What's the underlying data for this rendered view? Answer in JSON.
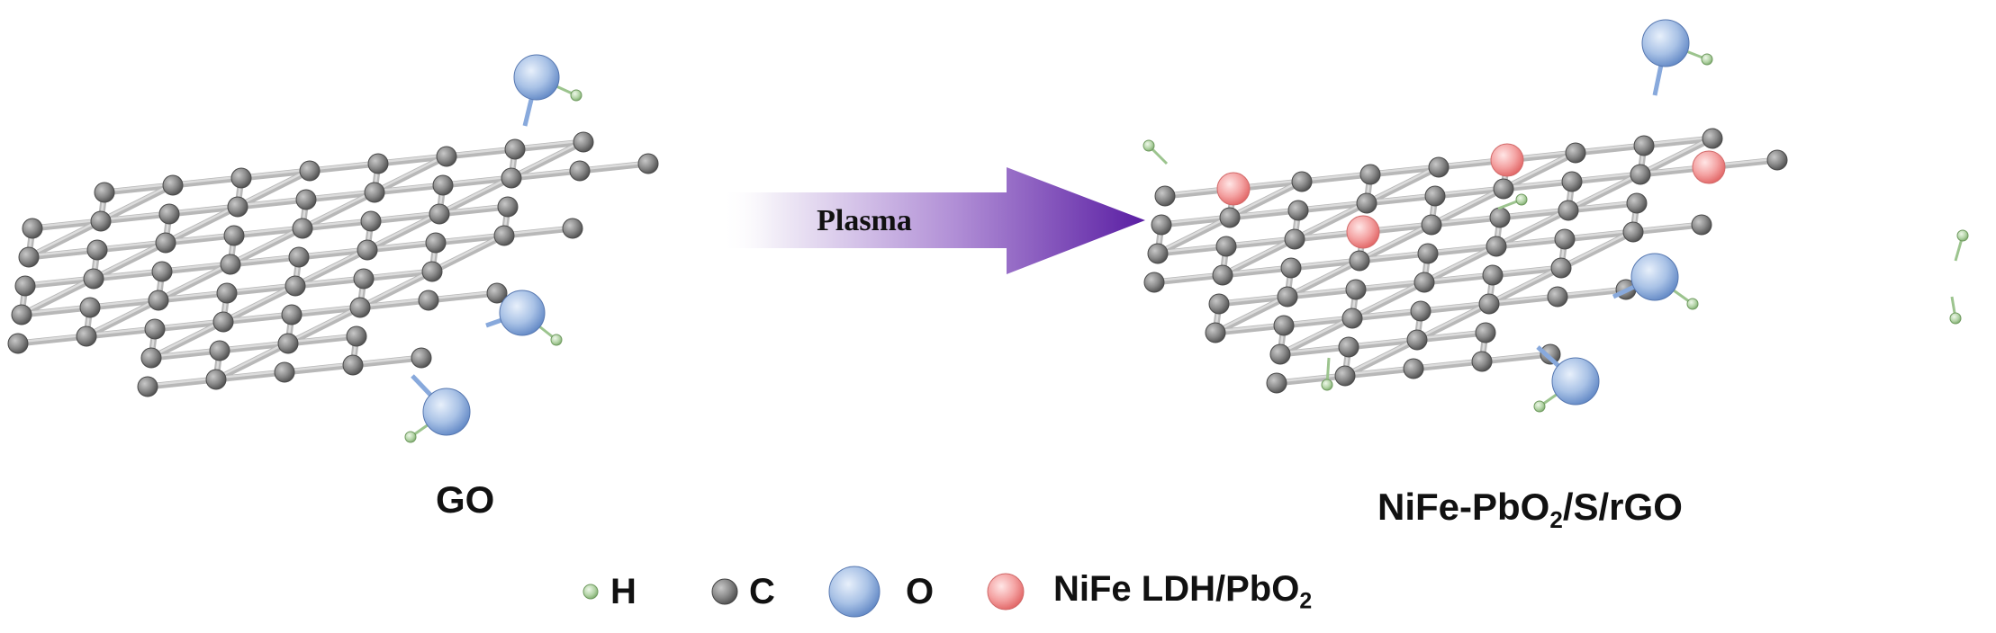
{
  "figure": {
    "arrow_label": "Plasma",
    "left_label": "GO",
    "right_label": {
      "text": "NiFe-PbO",
      "subscript": "2",
      "suffix": "/S/rGO"
    }
  },
  "legend": [
    {
      "key": "H",
      "text": "H",
      "subscript": "",
      "color": "#9cc48e"
    },
    {
      "key": "C",
      "text": "C",
      "subscript": "",
      "color": "#7b7b7b"
    },
    {
      "key": "O",
      "text": "O",
      "subscript": "",
      "color": "#8eaede"
    },
    {
      "key": "LDH",
      "text": "NiFe LDH/PbO",
      "subscript": "2",
      "color": "#f08a8a"
    }
  ],
  "colors": {
    "carbon": "#7b7b7b",
    "bond": "#9a9a9a",
    "oxygen": "#8eaede",
    "hydrogen": "#9cc48e",
    "ldh": "#f08a8a",
    "arrow_start": "#f4f0f8",
    "arrow_end": "#6a2fb0"
  }
}
